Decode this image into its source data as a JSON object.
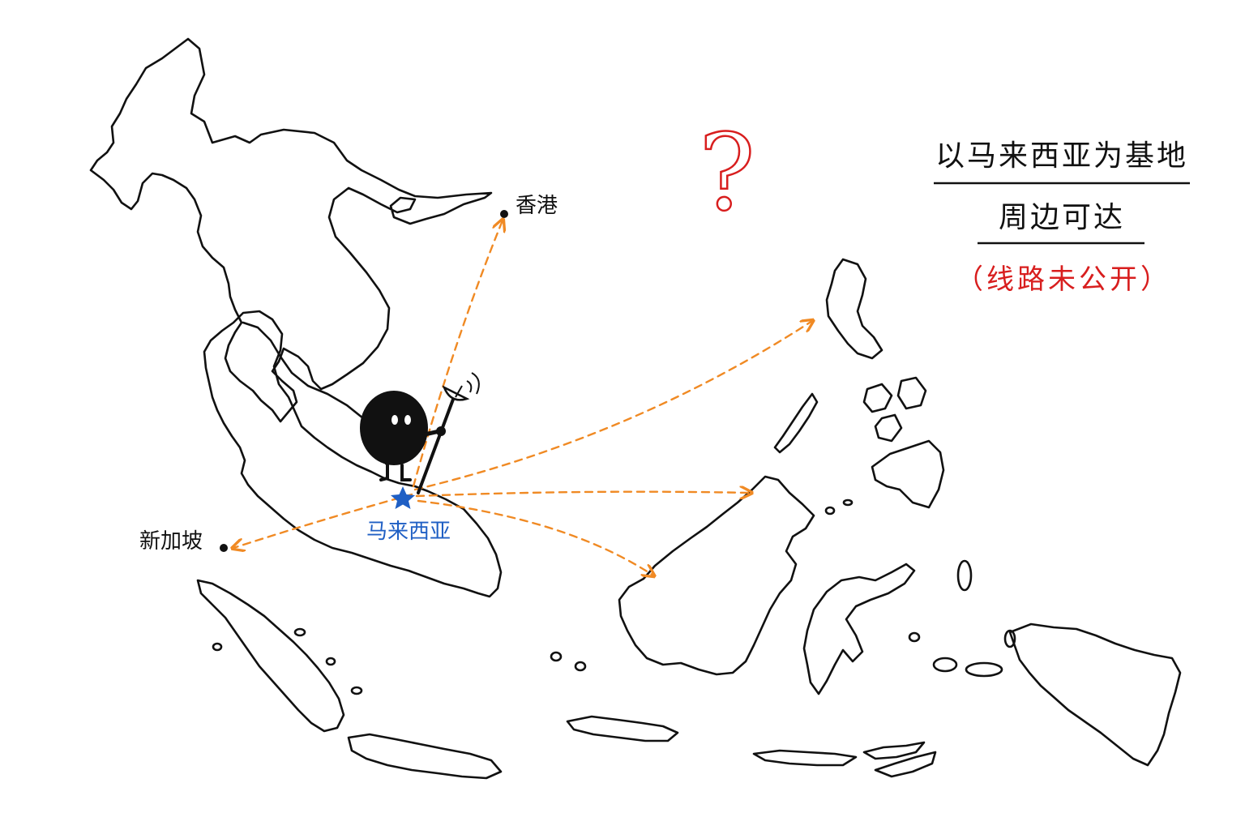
{
  "map": {
    "title_lines": [
      "以马来西亚为基地",
      "周边可达"
    ],
    "note": "（线路未公开）",
    "question_mark": "?",
    "base": {
      "name": "马来西亚",
      "marker": "star-icon",
      "color": "#1f5fc4"
    },
    "destinations": [
      {
        "name": "香港",
        "marker": "dot"
      },
      {
        "name": "新加坡",
        "marker": "dot"
      }
    ],
    "route_color": "#f08a24",
    "accent_red": "#d81e1e",
    "character": {
      "icon": "black-blob-character-with-satellite-antenna-icon"
    }
  }
}
